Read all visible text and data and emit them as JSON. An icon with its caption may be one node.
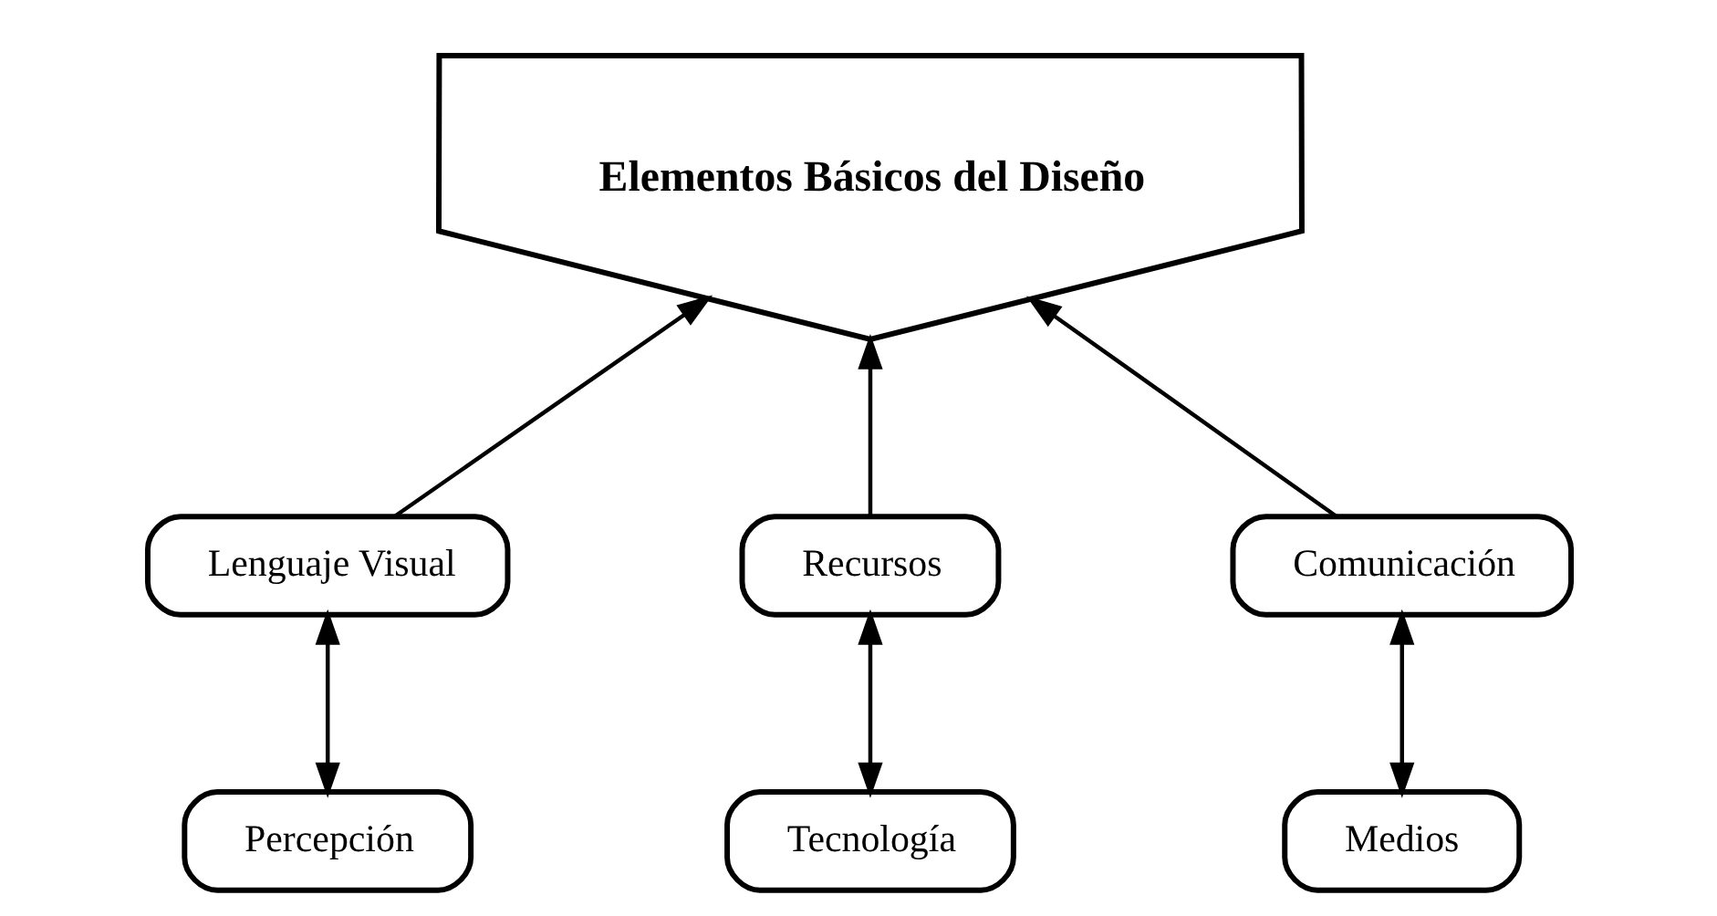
{
  "diagram": {
    "nodes": [
      {
        "text": [
          "Elementos Básicos del Diseño"
        ]
      },
      {
        "text": [
          "Lenguaje Visual"
        ]
      },
      {
        "text": [
          "Recursos"
        ]
      },
      {
        "text": [
          "Comunicación"
        ]
      },
      {
        "text": [
          "Percepción"
        ]
      },
      {
        "text": [
          "Tecnología"
        ]
      },
      {
        "text": [
          "Medios"
        ]
      }
    ],
    "edges": [
      {
        "from": 1,
        "to": 0,
        "arrow": "to"
      },
      {
        "from": 2,
        "to": 0,
        "arrow": "to"
      },
      {
        "from": 3,
        "to": 0,
        "arrow": "to"
      },
      {
        "from": 1,
        "to": 4,
        "arrow": "both"
      },
      {
        "from": 2,
        "to": 5,
        "arrow": "both"
      },
      {
        "from": 3,
        "to": 6,
        "arrow": "both"
      }
    ]
  }
}
